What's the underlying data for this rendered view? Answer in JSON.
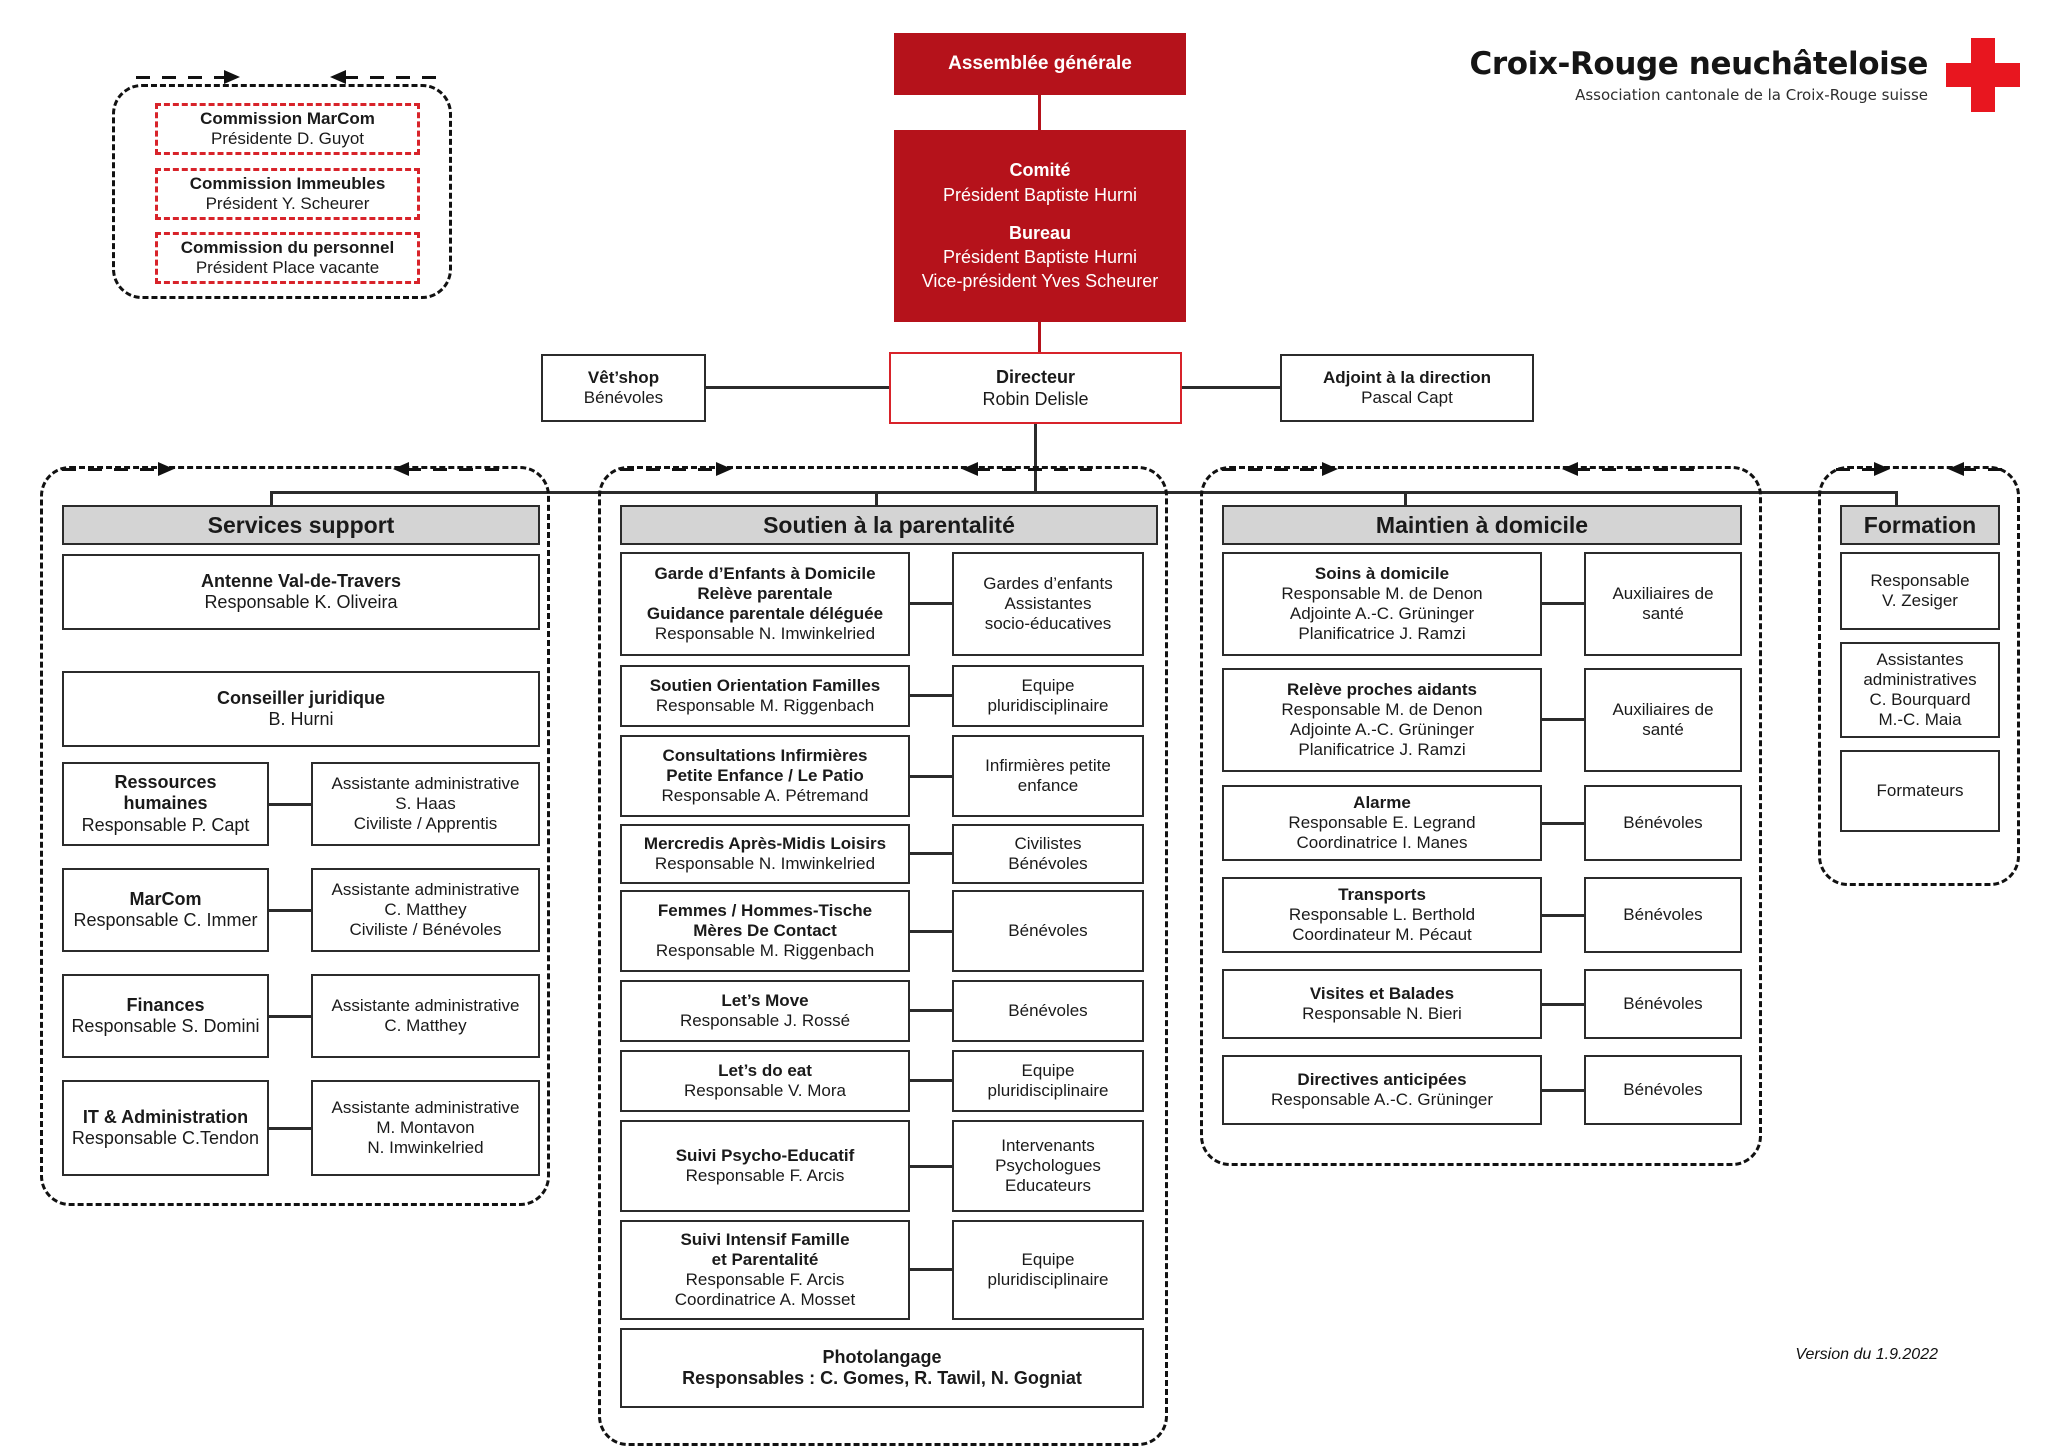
{
  "logo": {
    "title": "Croix-Rouge neuchâteloise",
    "subtitle": "Association cantonale de la Croix-Rouge suisse",
    "icon": "red-cross-icon",
    "accent_color": "#e8161f"
  },
  "version": "Version du 1.9.2022",
  "colors": {
    "red_fill": "#b5121b",
    "red_border": "#d8232a",
    "header_grey": "#d4d4d4",
    "box_border": "#2b2b2b"
  },
  "governance": {
    "assembly": {
      "title": "Assemblée générale"
    },
    "committee": {
      "title": "Comité",
      "line1": "Président Baptiste Hurni",
      "bureau_title": "Bureau",
      "bureau_line1": "Président Baptiste Hurni",
      "bureau_line2": "Vice-président Yves Scheurer"
    }
  },
  "commissions": {
    "items": [
      {
        "title": "Commission MarCom",
        "sub": "Présidente D. Guyot"
      },
      {
        "title": "Commission Immeubles",
        "sub": "Président Y. Scheurer"
      },
      {
        "title": "Commission du personnel",
        "sub": "Président Place vacante"
      }
    ]
  },
  "direction": {
    "vetshop": {
      "title": "Vêt’shop",
      "sub": "Bénévoles"
    },
    "director": {
      "title": "Directeur",
      "sub": "Robin Delisle"
    },
    "deputy": {
      "title": "Adjoint à la direction",
      "sub": "Pascal Capt"
    }
  },
  "columns": {
    "services_support": {
      "header": "Services support",
      "rows": [
        {
          "main_title": "Antenne Val-de-Travers",
          "main_sub": [
            "Responsable K. Oliveira"
          ],
          "side": null
        },
        {
          "main_title": "Conseiller juridique",
          "main_sub": [
            "B. Hurni"
          ],
          "side": null
        },
        {
          "main_title": "Ressources\nhumaines",
          "main_sub": [
            "Responsable P. Capt"
          ],
          "side": [
            "Assistante administrative",
            "S. Haas",
            "Civiliste / Apprentis"
          ]
        },
        {
          "main_title": "MarCom",
          "main_sub": [
            "Responsable C. Immer"
          ],
          "side": [
            "Assistante administrative",
            "C. Matthey",
            "Civiliste / Bénévoles"
          ]
        },
        {
          "main_title": "Finances",
          "main_sub": [
            "Responsable S. Domini"
          ],
          "side": [
            "Assistante administrative",
            "C. Matthey"
          ]
        },
        {
          "main_title": "IT & Administration",
          "main_sub": [
            "Responsable C.Tendon"
          ],
          "side": [
            "Assistante administrative",
            "M. Montavon",
            "N. Imwinkelried"
          ]
        }
      ]
    },
    "soutien_parentalite": {
      "header": "Soutien à la parentalité",
      "rows": [
        {
          "main_title": "Garde d’Enfants à Domicile\nRelève parentale\nGuidance parentale déléguée",
          "main_sub": [
            "Responsable  N. Imwinkelried"
          ],
          "side": [
            "Gardes d’enfants",
            "Assistantes",
            "socio-éducatives"
          ]
        },
        {
          "main_title": "Soutien Orientation Familles",
          "main_sub": [
            "Responsable  M. Riggenbach"
          ],
          "side": [
            "Equipe",
            "pluridisciplinaire"
          ]
        },
        {
          "main_title": "Consultations Infirmières\nPetite Enfance / Le Patio",
          "main_sub": [
            "Responsable A. Pétremand"
          ],
          "side": [
            "Infirmières petite",
            "enfance"
          ]
        },
        {
          "main_title": "Mercredis Après-Midis Loisirs",
          "main_sub": [
            "Responsable N. Imwinkelried"
          ],
          "side": [
            "Civilistes",
            "Bénévoles"
          ]
        },
        {
          "main_title": "Femmes / Hommes-Tische\nMères De Contact",
          "main_sub": [
            "Responsable M. Riggenbach"
          ],
          "side": [
            "Bénévoles"
          ]
        },
        {
          "main_title": "Let’s Move",
          "main_sub": [
            "Responsable J. Rossé"
          ],
          "side": [
            "Bénévoles"
          ]
        },
        {
          "main_title": "Let’s do eat",
          "main_sub": [
            "Responsable V. Mora"
          ],
          "side": [
            "Equipe",
            "pluridisciplinaire"
          ]
        },
        {
          "main_title": "Suivi Psycho-Educatif",
          "main_sub": [
            "Responsable F. Arcis"
          ],
          "side": [
            "Intervenants",
            "Psychologues",
            "Educateurs"
          ]
        },
        {
          "main_title": "Suivi Intensif Famille\net Parentalité",
          "main_sub": [
            "Responsable F. Arcis",
            "Coordinatrice A. Mosset"
          ],
          "side": [
            "Equipe",
            "pluridisciplinaire"
          ]
        }
      ],
      "footer": {
        "title": "Photolangage",
        "sub": "Responsables : C. Gomes, R. Tawil, N. Gogniat"
      }
    },
    "maintien_domicile": {
      "header": "Maintien à domicile",
      "rows": [
        {
          "main_title": "Soins à domicile",
          "main_sub": [
            "Responsable M. de Denon",
            "Adjointe A.-C. Grüninger",
            "Planificatrice J. Ramzi"
          ],
          "side": [
            "Auxiliaires de santé"
          ]
        },
        {
          "main_title": "Relève proches aidants",
          "main_sub": [
            "Responsable M. de Denon",
            "Adjointe A.-C. Grüninger",
            "Planificatrice J. Ramzi"
          ],
          "side": [
            "Auxiliaires de santé"
          ]
        },
        {
          "main_title": "Alarme",
          "main_sub": [
            "Responsable E. Legrand",
            "Coordinatrice I. Manes"
          ],
          "side": [
            "Bénévoles"
          ]
        },
        {
          "main_title": "Transports",
          "main_sub": [
            "Responsable L. Berthold",
            "Coordinateur M. Pécaut"
          ],
          "side": [
            "Bénévoles"
          ]
        },
        {
          "main_title": "Visites et Balades",
          "main_sub": [
            "Responsable N. Bieri"
          ],
          "side": [
            "Bénévoles"
          ]
        },
        {
          "main_title": "Directives anticipées",
          "main_sub": [
            "Responsable A.-C. Grüninger"
          ],
          "side": [
            "Bénévoles"
          ]
        }
      ]
    },
    "formation": {
      "header": "Formation",
      "rows": [
        {
          "lines": [
            "Responsable",
            "V. Zesiger"
          ]
        },
        {
          "lines": [
            "Assistantes",
            "administratives",
            "C. Bourquard",
            "M.-C. Maia"
          ]
        },
        {
          "lines": [
            "Formateurs"
          ]
        }
      ]
    }
  }
}
